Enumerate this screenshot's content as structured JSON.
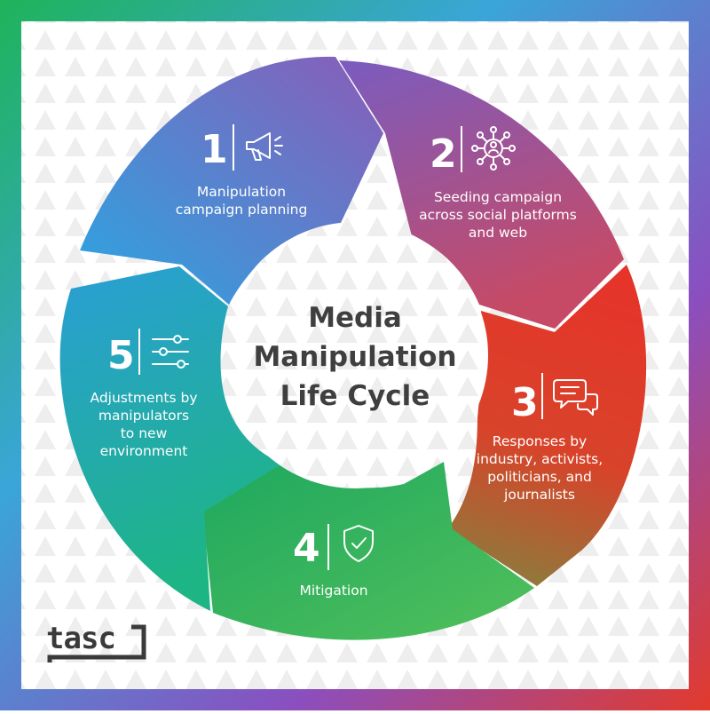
{
  "title_lines": [
    "Media",
    "Manipulation",
    "Life Cycle"
  ],
  "steps": [
    {
      "number": "1",
      "label_lines": [
        "Manipulation",
        "campaign planning"
      ],
      "icon": "megaphone-icon"
    },
    {
      "number": "2",
      "label_lines": [
        "Seeding campaign",
        "across social platforms",
        "and web"
      ],
      "icon": "network-icon"
    },
    {
      "number": "3",
      "label_lines": [
        "Responses by",
        "industry, activists,",
        "politicians, and",
        "journalists"
      ],
      "icon": "chat-bubbles-icon"
    },
    {
      "number": "4",
      "label_lines": [
        "Mitigation"
      ],
      "icon": "shield-check-icon"
    },
    {
      "number": "5",
      "label_lines": [
        "Adjustments by",
        "manipulators",
        "to new",
        "environment"
      ],
      "icon": "sliders-icon"
    }
  ],
  "logo_text": "tasc",
  "colors": {
    "step1": [
      "#2ea8e0",
      "#8060b8"
    ],
    "step2": [
      "#7a5cc0",
      "#c04e72"
    ],
    "step3": [
      "#e23a2c",
      "#8a7a3a"
    ],
    "step4": [
      "#1fae5a",
      "#4cc05a"
    ],
    "step5": [
      "#2a9fd8",
      "#1db58a"
    ],
    "frame": [
      "#1fb35a",
      "#3da0e0",
      "#8a4fc0",
      "#e23a2c"
    ]
  }
}
